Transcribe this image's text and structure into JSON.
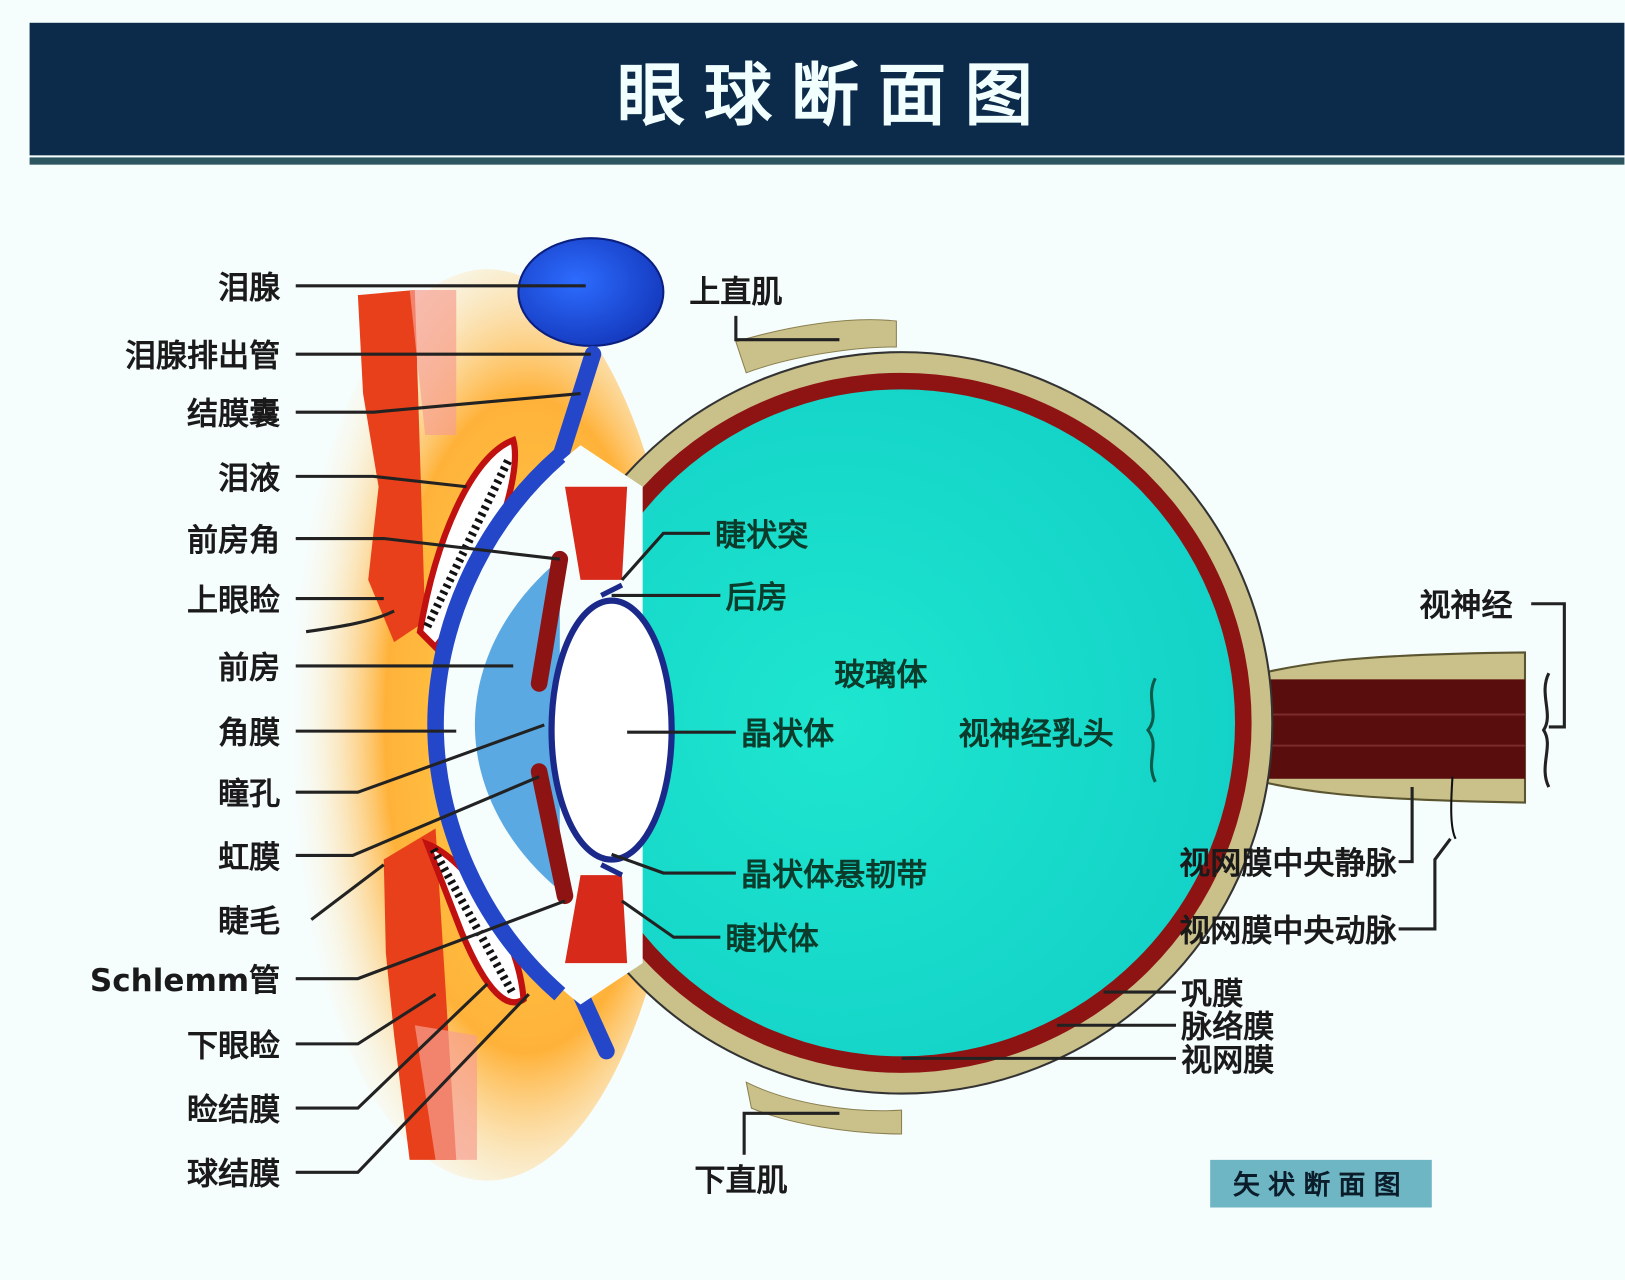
{
  "title": "眼球断面图",
  "badge": "矢状断面图",
  "left_labels": [
    "泪腺",
    "泪腺排出管",
    "结膜囊",
    "泪液",
    "前房角",
    "上眼睑",
    "前房",
    "角膜",
    "瞳孔",
    "虹膜",
    "睫毛",
    "Schlemm管",
    "下眼睑",
    "睑结膜",
    "球结膜"
  ],
  "inner_labels": {
    "ciliary_process": "睫状突",
    "posterior_chamber": "后房",
    "vitreous": "玻璃体",
    "lens": "晶状体",
    "optic_disc": "视神经乳头",
    "zonule": "晶状体悬韧带",
    "ciliary_body": "睫状体"
  },
  "muscles": {
    "superior": "上直肌",
    "inferior": "下直肌"
  },
  "right_labels": {
    "optic_nerve": "视神经",
    "central_vein": "视网膜中央静脉",
    "central_artery": "视网膜中央动脉",
    "sclera": "巩膜",
    "choroid": "脉络膜",
    "retina": "视网膜"
  },
  "colors": {
    "header": "#0c2a4a",
    "vitreous": "#17d8c6",
    "choroid": "#8e1414",
    "sclera": "#c9c08a",
    "gland": "#1b4fe0",
    "badge": "#6fb6c4"
  }
}
